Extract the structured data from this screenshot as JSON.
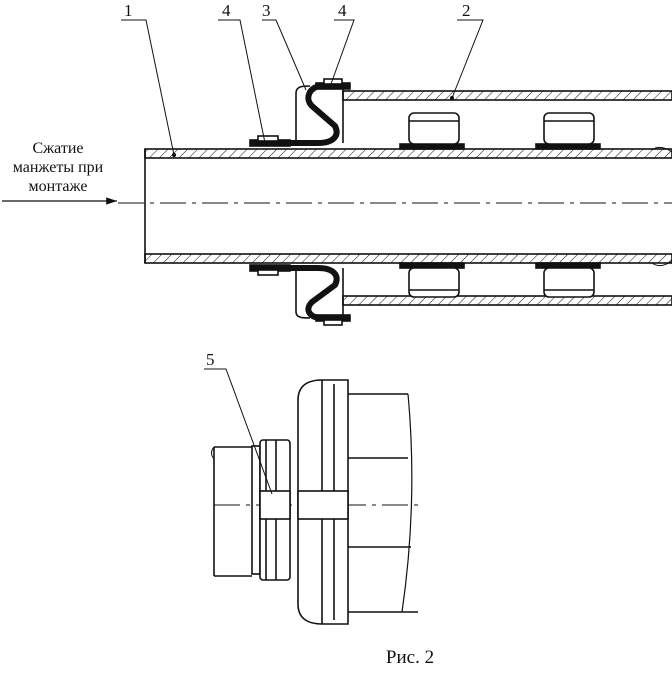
{
  "callouts": {
    "c1": "1",
    "c2": "2",
    "c3": "3",
    "c4a": "4",
    "c4b": "4",
    "c5": "5"
  },
  "annotation": {
    "line1": "Сжатие",
    "line2": "манжеты при",
    "line3": "монтаже"
  },
  "caption": "Рис. 2",
  "colors": {
    "ink": "#111111",
    "fill": "#ffffff"
  }
}
